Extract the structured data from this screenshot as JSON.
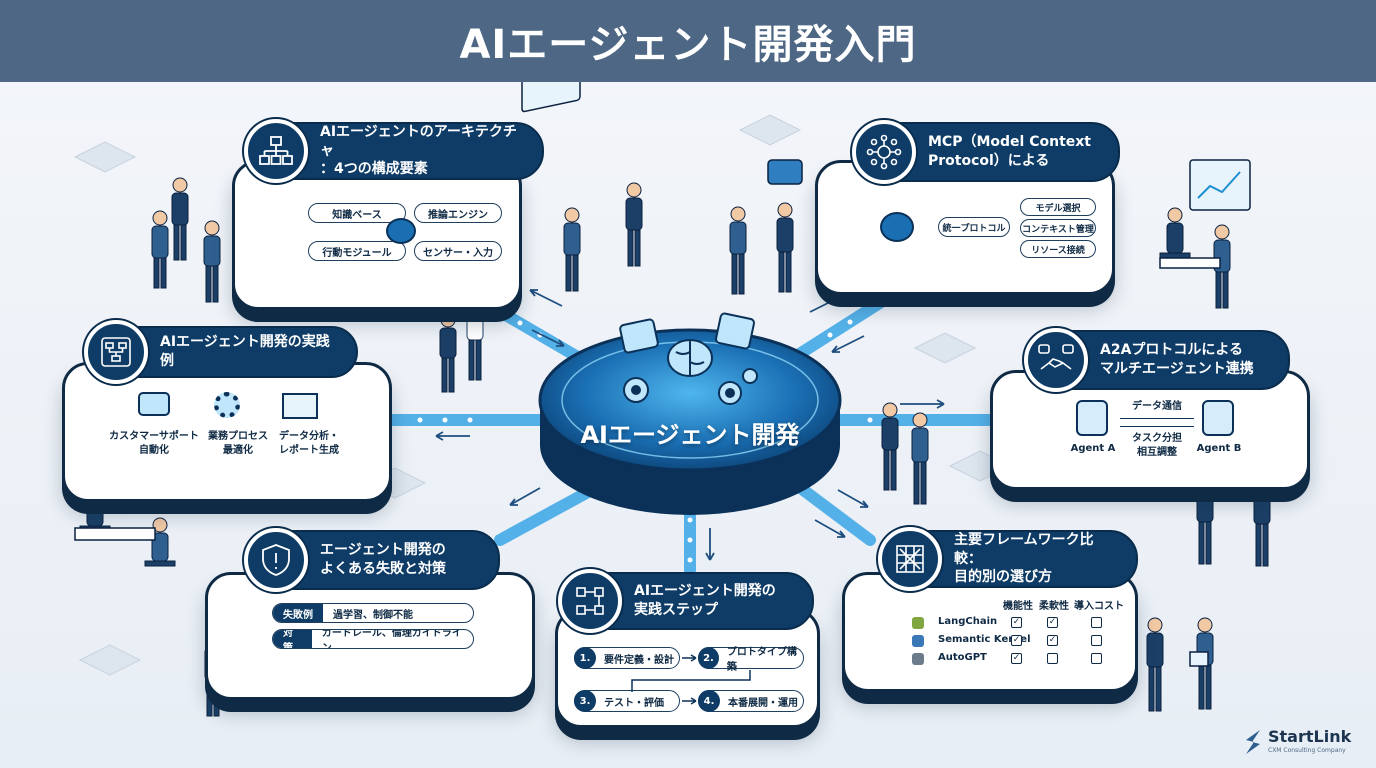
{
  "title": "AIエージェント開発入門",
  "center": {
    "title": "AIエージェント開発"
  },
  "sections": {
    "architecture": {
      "title_line1": "AIエージェントのアーキテクチャ",
      "title_line2": "：4つの構成要素",
      "nodes": [
        "知識ベース",
        "推論エンジン",
        "行動モジュール",
        "センサー・入力"
      ]
    },
    "mcp": {
      "title_line1": "MCP（Model Context",
      "title_line2": "Protocol）による",
      "hub": "統一プロトコル",
      "items": [
        "モデル選択",
        "コンテキスト管理",
        "リソース接続"
      ]
    },
    "examples": {
      "title": "AIエージェント開発の実践例",
      "items": [
        {
          "line1": "カスタマーサポート",
          "line2": "自動化"
        },
        {
          "line1": "業務プロセス",
          "line2": "最適化"
        },
        {
          "line1": "データ分析・",
          "line2": "レポート生成"
        }
      ]
    },
    "a2a": {
      "title_line1": "A2Aプロトコルによる",
      "title_line2": "マルチエージェント連携",
      "agent_a": "Agent A",
      "agent_b": "Agent B",
      "top_label": "データ通信",
      "bottom_line1": "タスク分担",
      "bottom_line2": "相互調整"
    },
    "failures": {
      "title_line1": "エージェント開発の",
      "title_line2": "よくある失敗と対策",
      "rows": [
        {
          "tag": "失敗例",
          "value": "過学習、制御不能"
        },
        {
          "tag": "対策",
          "value": "ガードレール、倫理ガイドライン"
        }
      ]
    },
    "steps": {
      "title_line1": "AIエージェント開発の",
      "title_line2": "実践ステップ",
      "items": [
        {
          "num": "1.",
          "label": "要件定義・設計"
        },
        {
          "num": "2.",
          "label": "プロトタイプ構築"
        },
        {
          "num": "3.",
          "label": "テスト・評価"
        },
        {
          "num": "4.",
          "label": "本番展開・運用"
        }
      ]
    },
    "frameworks": {
      "title_line1": "主要フレームワーク比較：",
      "title_line2": "目的別の選び方",
      "columns": [
        "機能性",
        "柔軟性",
        "導入コスト"
      ],
      "rows": [
        {
          "name": "LangChain",
          "checks": [
            true,
            true,
            false
          ]
        },
        {
          "name": "Semantic Kernel",
          "checks": [
            true,
            true,
            false
          ]
        },
        {
          "name": "AutoGPT",
          "checks": [
            true,
            false,
            false
          ]
        }
      ]
    }
  },
  "logo": {
    "name": "StartLink",
    "sub": "CXM Consulting Company"
  },
  "colors": {
    "header": "#4d6784",
    "navy": "#0e3c66",
    "accent": "#1e8fd0"
  }
}
